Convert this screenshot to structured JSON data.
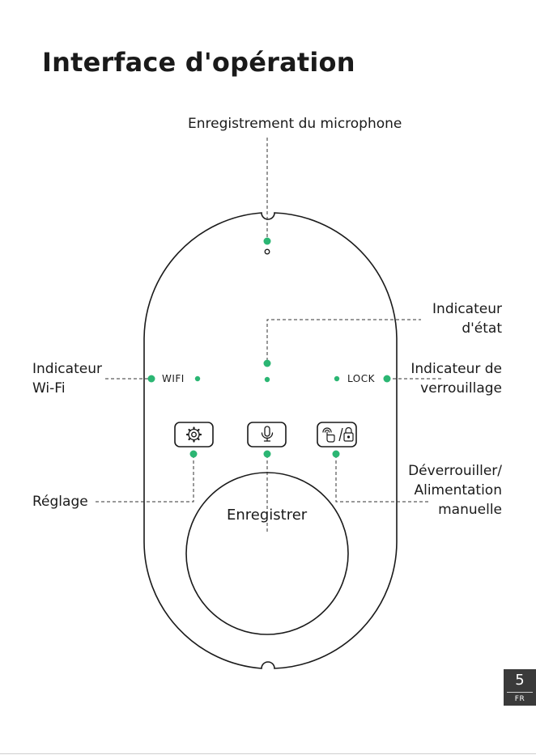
{
  "title": "Interface d'opération",
  "callouts": {
    "microphone": "Enregistrement du microphone",
    "status_line1": "Indicateur",
    "status_line2": "d'état",
    "wifi_line1": "Indicateur",
    "wifi_line2": "Wi-Fi",
    "lock_line1": "Indicateur de",
    "lock_line2": "verrouillage",
    "setting": "Réglage",
    "unlock_line1": "Déverrouiller/",
    "unlock_line2": "Alimentation",
    "unlock_line3": "manuelle"
  },
  "device": {
    "wifi_label": "WIFI",
    "lock_label": "LOCK",
    "record_label": "Enregistrer"
  },
  "icons": {
    "settings": "gear-icon",
    "microphone": "microphone-icon",
    "unlock": "fingerprint-touch-icon",
    "lock": "padlock-icon"
  },
  "colors": {
    "indicator": "#2bb673",
    "outline": "#1a1a1a",
    "leader": "#333333"
  },
  "page": {
    "number": "5",
    "language": "FR"
  }
}
